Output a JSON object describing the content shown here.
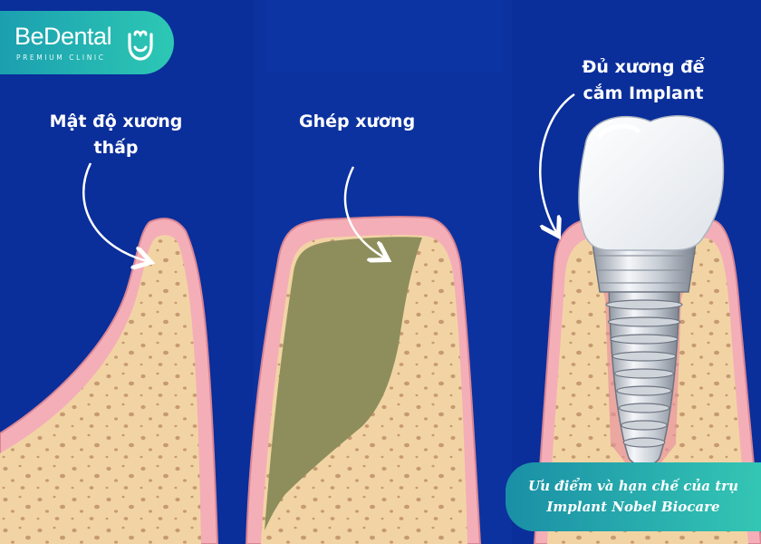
{
  "brand": {
    "name": "BeDental",
    "tagline": "PREMIUM CLINIC",
    "icon": "smile-icon"
  },
  "labels": {
    "low_density_line1": "Mật độ xương",
    "low_density_line2": "thấp",
    "bone_graft": "Ghép xương",
    "enough_bone_line1": "Đủ xương để",
    "enough_bone_line2": "cắm Implant"
  },
  "caption": {
    "line1": "Ưu điểm và hạn chế của trụ",
    "line2": "Implant Nobel Biocare"
  },
  "colors": {
    "background": "#0b2f9c",
    "gum": "#f4aeb7",
    "bone": "#f2d4a4",
    "bone_spots": "#c79a72",
    "graft": "#8e8e5c",
    "brand_teal": "#2dc8b4"
  }
}
